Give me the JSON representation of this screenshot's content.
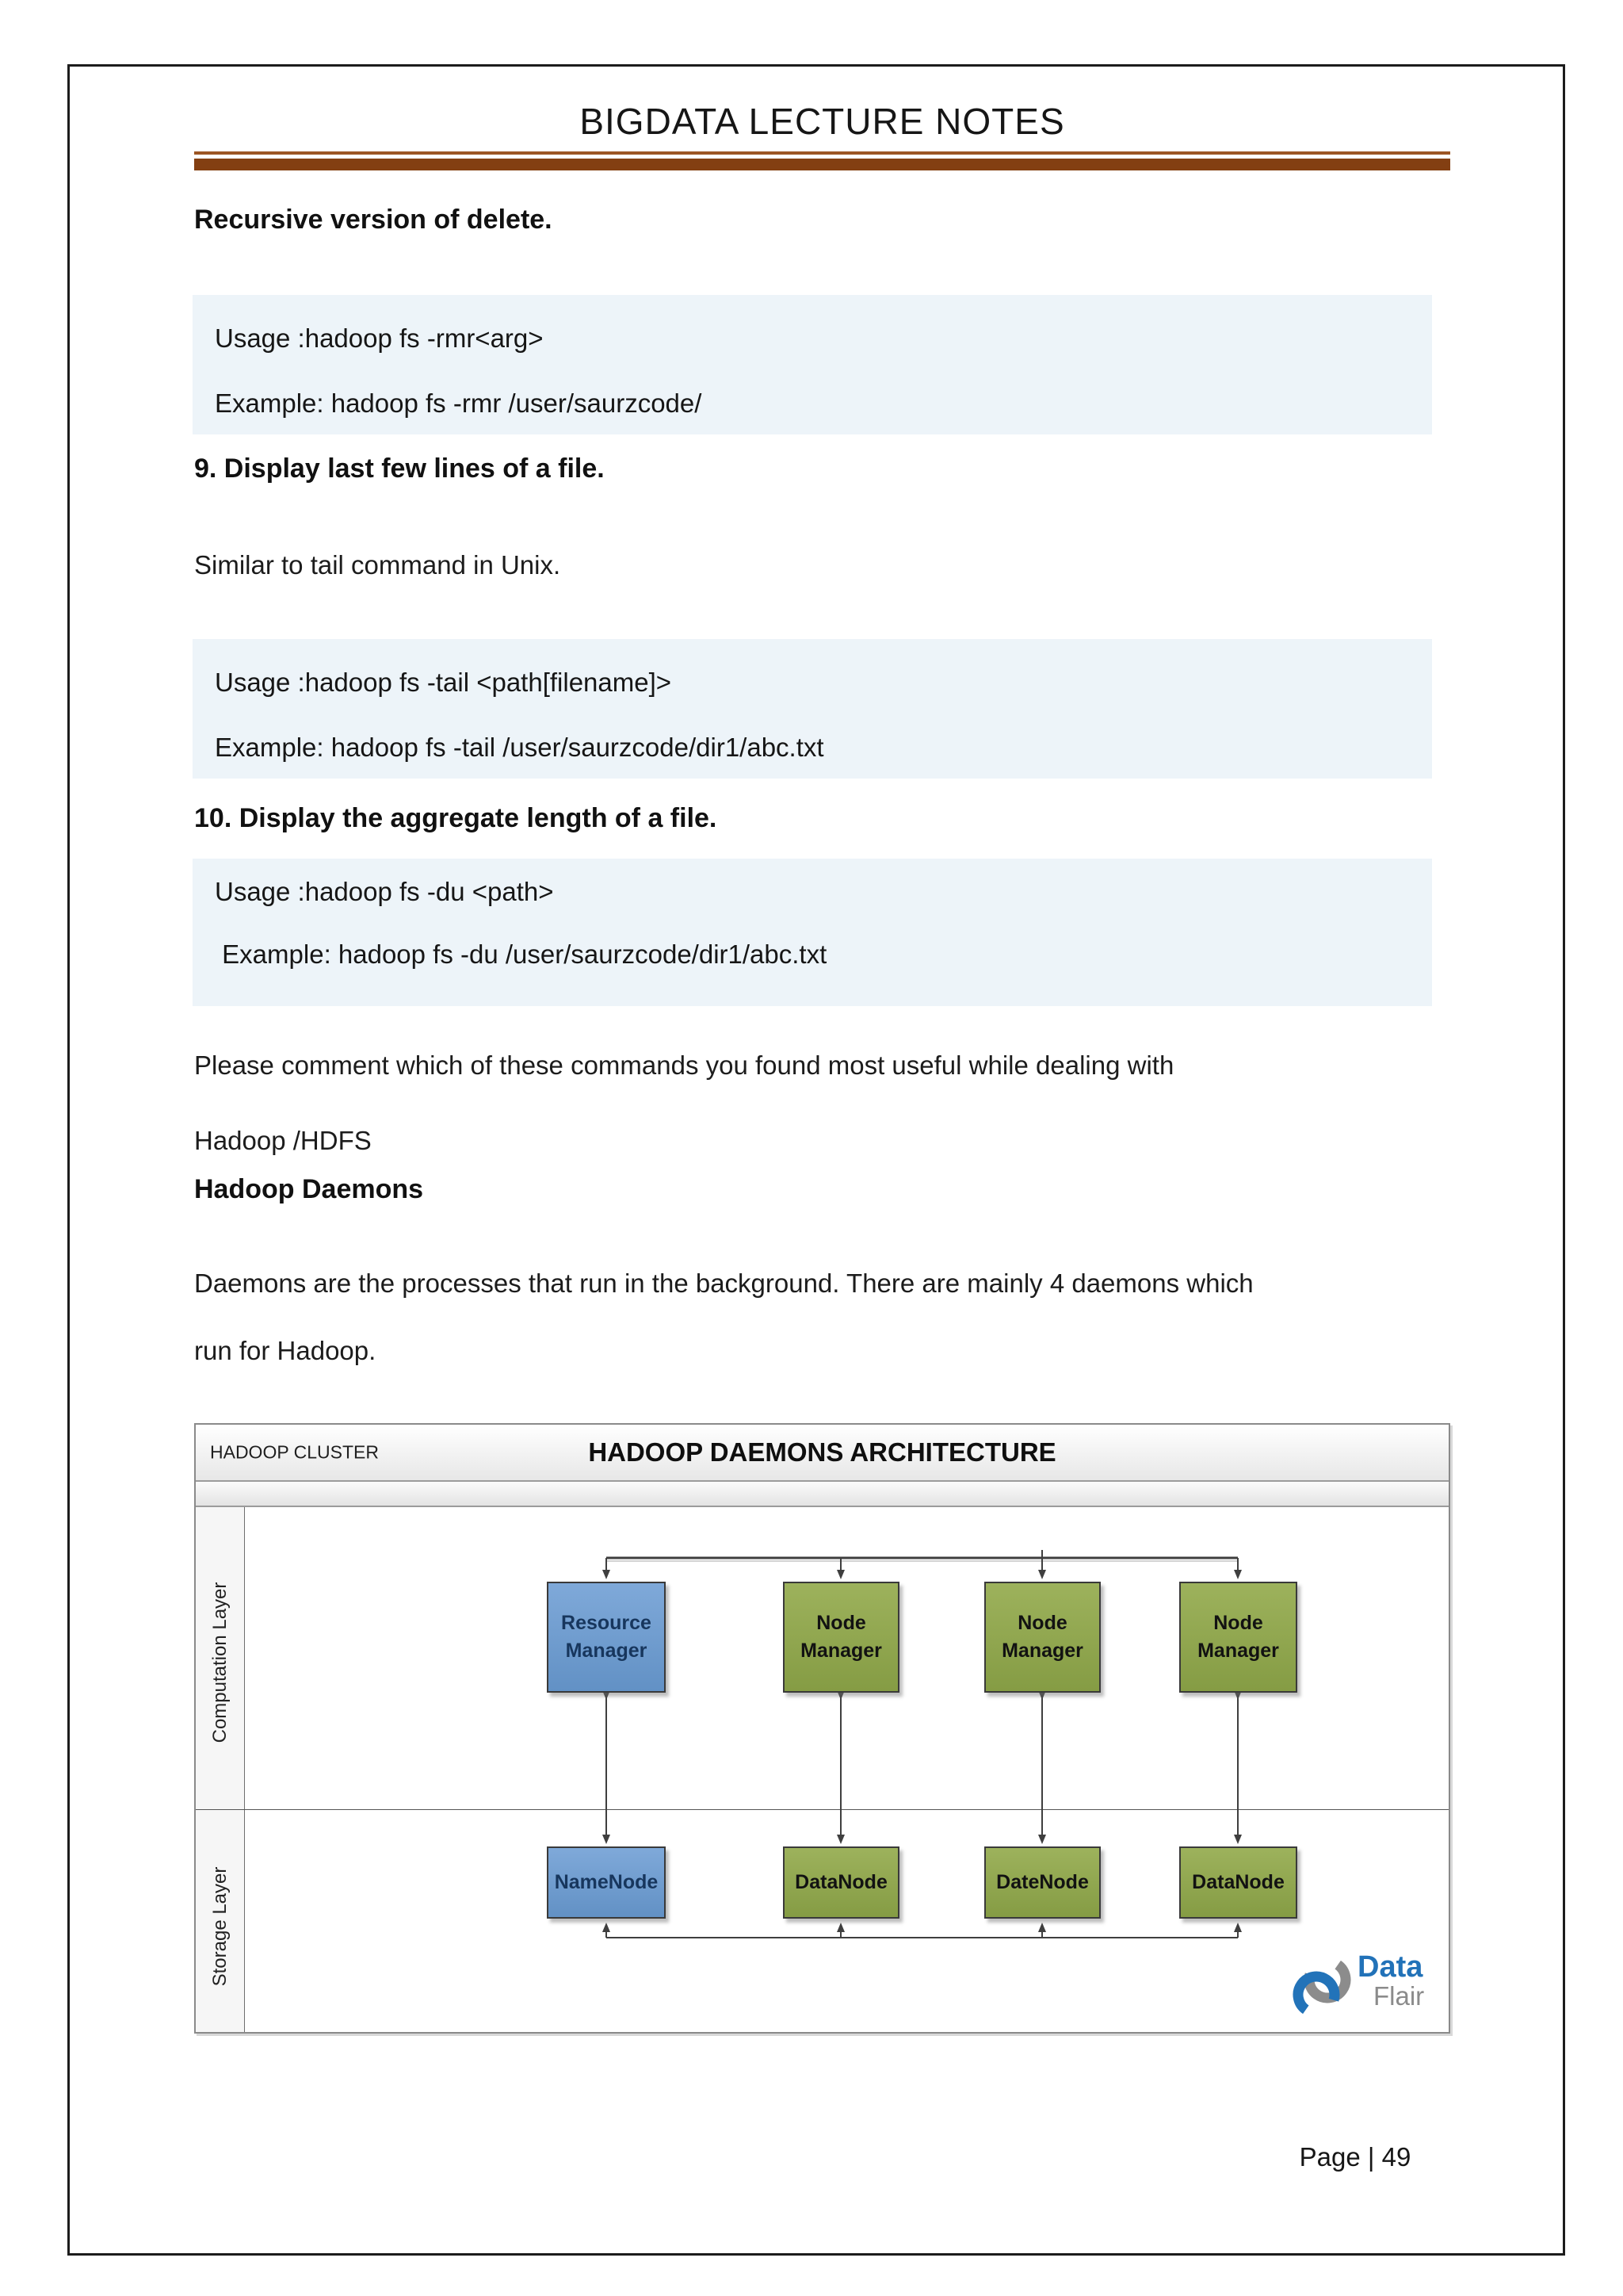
{
  "doc": {
    "title": "BIGDATA LECTURE NOTES",
    "page_number": "Page | 49"
  },
  "sections": {
    "recursive_heading": "Recursive version of delete.",
    "block1": {
      "usage": "Usage :hadoop fs -rmr<arg>",
      "example": "Example: hadoop fs -rmr /user/saurzcode/"
    },
    "heading9": "9. Display last few lines of a file.",
    "para9": "Similar to tail command in Unix.",
    "block2": {
      "usage": "Usage :hadoop fs -tail <path[filename]>",
      "example": "Example: hadoop fs -tail /user/saurzcode/dir1/abc.txt"
    },
    "heading10": "10. Display the aggregate length of a file.",
    "block3": {
      "usage": "Usage :hadoop fs -du <path>",
      "example": " Example: hadoop fs -du /user/saurzcode/dir1/abc.txt"
    },
    "comment_para": {
      "line1": "Please comment which of these commands you found most useful while dealing with",
      "line2": "Hadoop /HDFS"
    },
    "daemons_heading": "Hadoop Daemons",
    "daemons_para": {
      "line1": "Daemons are the processes that run in the background. There are mainly 4 daemons which",
      "line2": "run for Hadoop."
    }
  },
  "diagram": {
    "cluster_label": "HADOOP CLUSTER",
    "title": "HADOOP DAEMONS ARCHITECTURE",
    "computation_label": "Computation Layer",
    "storage_label": "Storage Layer",
    "computation_nodes": [
      {
        "line1": "Resource",
        "line2": "Manager",
        "color": "blue"
      },
      {
        "line1": "Node",
        "line2": "Manager",
        "color": "green"
      },
      {
        "line1": "Node",
        "line2": "Manager",
        "color": "green"
      },
      {
        "line1": "Node",
        "line2": "Manager",
        "color": "green"
      }
    ],
    "storage_nodes": [
      {
        "label": "NameNode",
        "color": "blue"
      },
      {
        "label": "DataNode",
        "color": "green"
      },
      {
        "label": "DateNode",
        "color": "green"
      },
      {
        "label": "DataNode",
        "color": "green"
      }
    ],
    "logo": {
      "line1": "Data",
      "line2": "Flair"
    },
    "colors": {
      "rule_thin": "#9c5624",
      "rule_thick": "#833f12",
      "highlight_bg": "#edf4f9",
      "node_blue": "#6f9ed1",
      "node_green": "#90a74e",
      "node_blue_text": "#17365d",
      "logo_blue": "#2272b8",
      "logo_gray": "#8b8b8b"
    }
  }
}
